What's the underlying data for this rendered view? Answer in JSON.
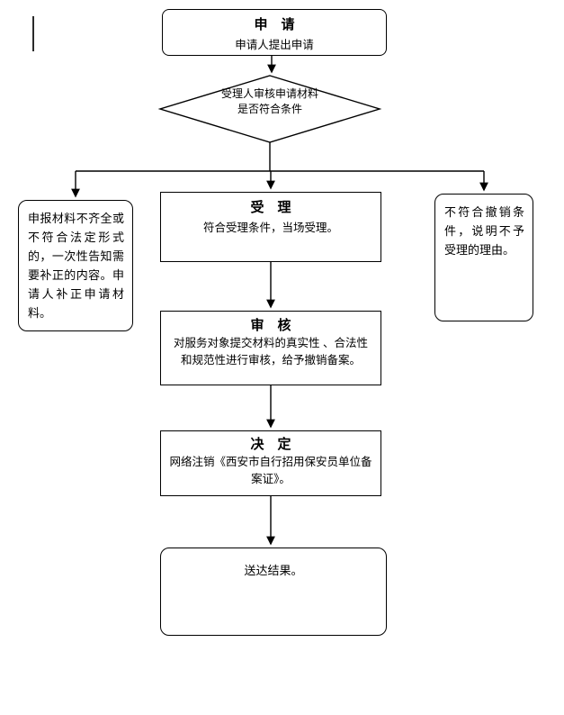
{
  "flowchart": {
    "apply": {
      "title": "申　请",
      "body": "申请人提出申请"
    },
    "review_condition": {
      "line1": "受理人审核申请材料",
      "line2": "是否符合条件"
    },
    "supplement": {
      "body": "申报材料不齐全或不符合法定形式的，一次性告知需要补正的内容。申请人补正申请材料。"
    },
    "accept": {
      "title": "受　理",
      "body": "符合受理条件，当场受理。"
    },
    "reject": {
      "body": "不符合撤销条件，说明不予受理的理由。"
    },
    "audit": {
      "title": "审　核",
      "body": "对服务对象提交材料的真实性 、合法性和规范性进行审核，给予撤销备案。"
    },
    "decision": {
      "title": "决　定",
      "body": "网络注销《西安市自行招用保安员单位备案证》。"
    },
    "delivery": {
      "body": "送达结果。"
    }
  },
  "colors": {
    "line": "#000000",
    "background": "#ffffff"
  }
}
